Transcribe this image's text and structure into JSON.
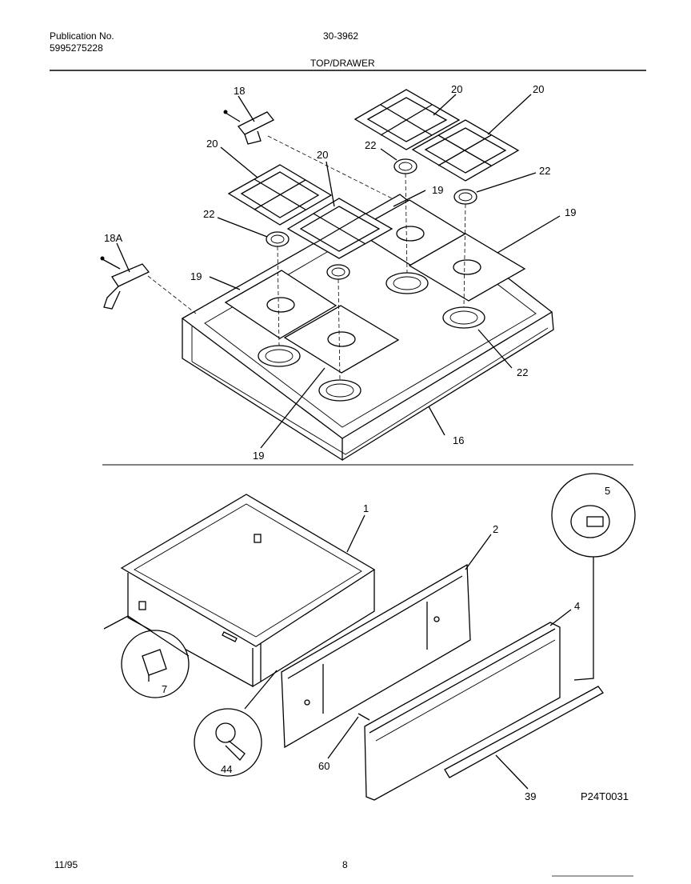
{
  "header": {
    "publication_label": "Publication No.",
    "publication_number": "5995275228",
    "model_number": "30-3962",
    "section_title": "TOP/DRAWER"
  },
  "footer": {
    "date": "11/95",
    "page_number": "8"
  },
  "diagram": {
    "drawing_code": "P24T0031",
    "callouts": [
      "18",
      "18A",
      "19",
      "20",
      "22",
      "16",
      "1",
      "2",
      "4",
      "5",
      "7",
      "44",
      "60",
      "39"
    ]
  }
}
